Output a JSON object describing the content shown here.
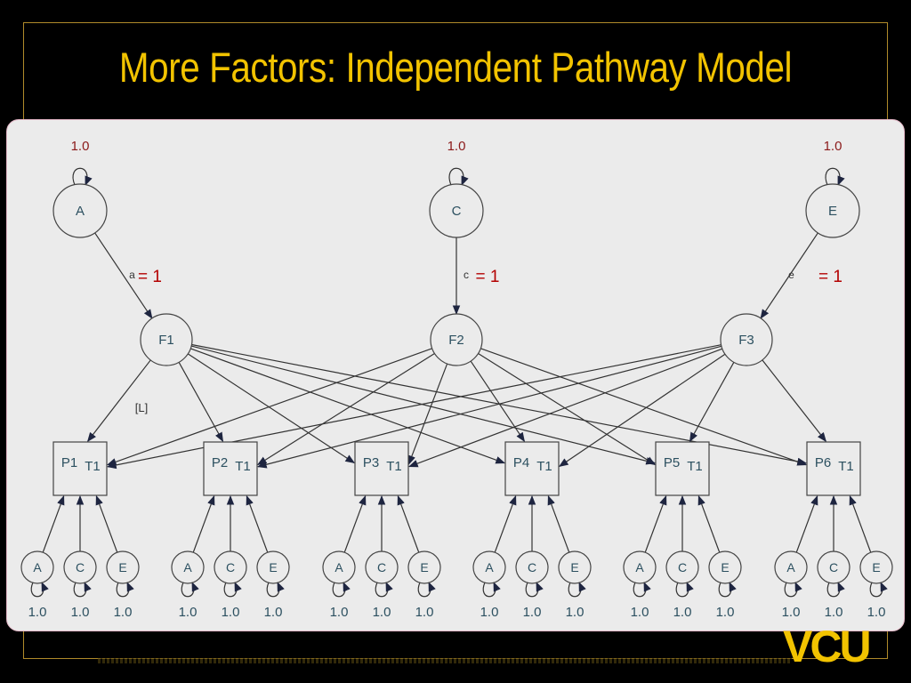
{
  "slide": {
    "title": "More Factors: Independent Pathway Model"
  },
  "colors": {
    "title": "#f2c300",
    "variance": "#8b1a1a",
    "constraint": "#b30000",
    "node_text": "#2c5060",
    "panel": "#ebebeb",
    "logo": "#f2c300"
  },
  "diagram": {
    "top_latents": [
      {
        "label": "A",
        "variance": "1.0",
        "path_label": "a",
        "constraint": "= 1"
      },
      {
        "label": "C",
        "variance": "1.0",
        "path_label": "c",
        "constraint": "= 1"
      },
      {
        "label": "E",
        "variance": "1.0",
        "path_label": "e",
        "constraint": "= 1"
      }
    ],
    "factors": [
      {
        "label": "F1"
      },
      {
        "label": "F2"
      },
      {
        "label": "F3"
      }
    ],
    "loading_label": "[L]",
    "phenotypes": [
      {
        "label": "P1",
        "sub": "T1"
      },
      {
        "label": "P2",
        "sub": "T1"
      },
      {
        "label": "P3",
        "sub": "T1"
      },
      {
        "label": "P4",
        "sub": "T1"
      },
      {
        "label": "P5",
        "sub": "T1"
      },
      {
        "label": "P6",
        "sub": "T1"
      }
    ],
    "specific_latents": [
      {
        "label": "A",
        "variance": "1.0"
      },
      {
        "label": "C",
        "variance": "1.0"
      },
      {
        "label": "E",
        "variance": "1.0"
      }
    ]
  },
  "logo": {
    "text": "VCU"
  }
}
